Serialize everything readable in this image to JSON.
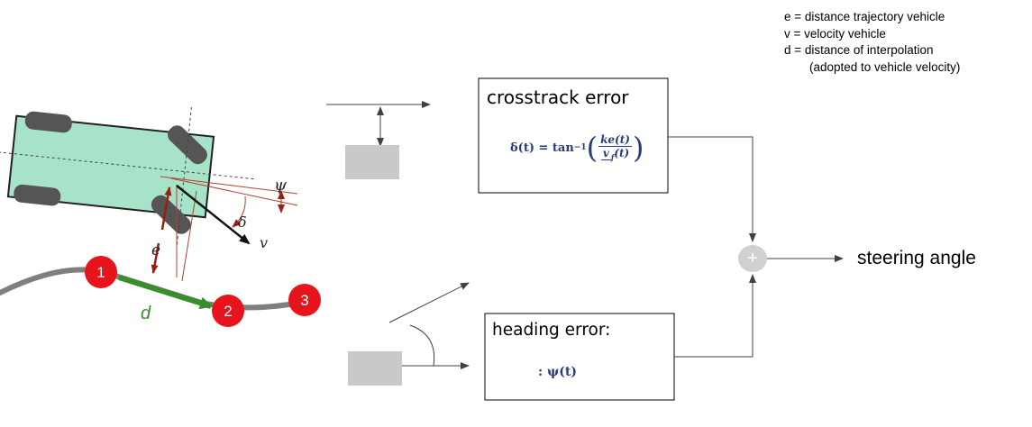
{
  "legend": {
    "e": "e = distance trajectory vehicle",
    "v": "v = velocity vehicle",
    "d": "d = distance of interpolation",
    "d_note": "(adopted to vehicle velocity)"
  },
  "crosstrack": {
    "title": "crosstrack error",
    "formula_lhs": "δ(t) = tan",
    "formula_exp": "−1",
    "formula_num": "ke(t)",
    "formula_den": "v",
    "formula_den_sub": "f",
    "formula_den_tail": "(t)"
  },
  "heading": {
    "title": "heading error:",
    "formula": ": ψ(t)"
  },
  "sum": {
    "symbol": "+"
  },
  "output": {
    "label": "steering angle"
  },
  "vehicle": {
    "labels": {
      "psi": "ψ",
      "delta": "δ",
      "v": "v",
      "e": "e",
      "d": "d"
    },
    "waypoints": [
      "1",
      "2",
      "3"
    ]
  },
  "colors": {
    "vehicle_body": "#a6e3c8",
    "wheel": "#555555",
    "waypoint": "#e8141c",
    "interp_arrow": "#3a8d2d",
    "error_lines": "#b2412e",
    "path": "#7f7f7f",
    "block_fill": "#c9c9c9"
  }
}
